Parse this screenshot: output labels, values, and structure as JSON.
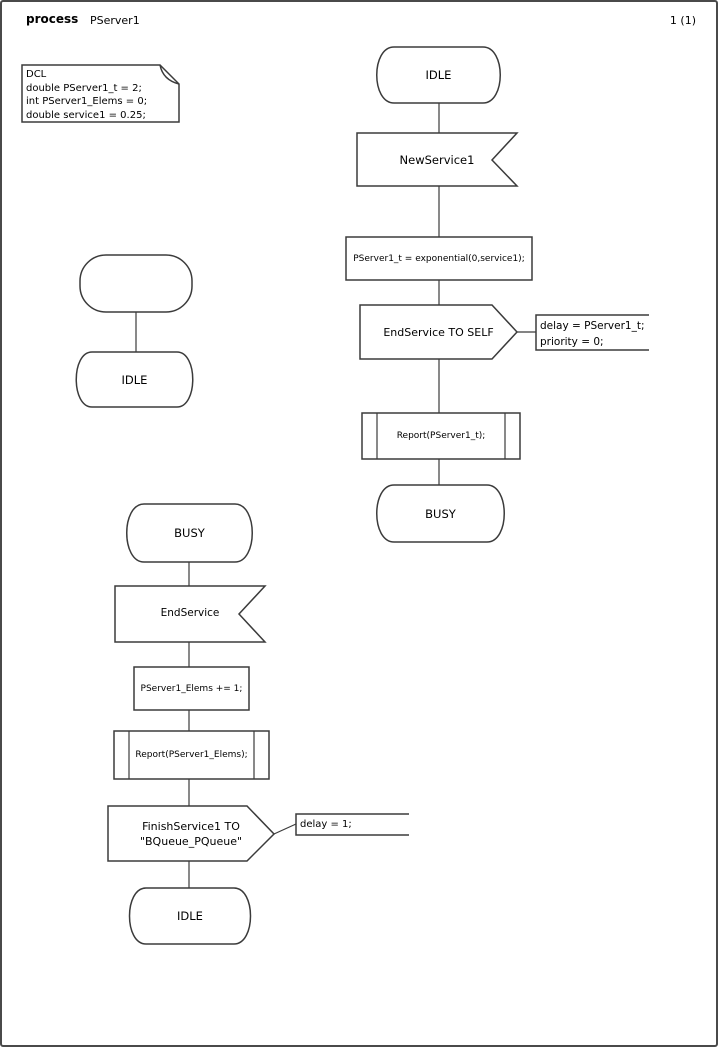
{
  "header": {
    "kind": "process",
    "name": "PServer1",
    "page": "1 (1)"
  },
  "declaration": {
    "lines": [
      "DCL",
      "double PServer1_t = 2;",
      "int PServer1_Elems = 0;",
      "double service1 = 0.25;"
    ]
  },
  "colors": {
    "stroke": "#3b3b3b",
    "background": "#ffffff",
    "text": "#000000"
  },
  "flow_right": {
    "state_top": "IDLE",
    "input_signal": "NewService1",
    "task": "PServer1_t = exponential(0,service1);",
    "output_signal": "EndService TO SELF",
    "comment_line1": "delay = PServer1_t;",
    "comment_line2": "priority = 0;",
    "procedure_call": "Report(PServer1_t);",
    "state_bottom": "BUSY"
  },
  "flow_start": {
    "state": "IDLE"
  },
  "flow_left": {
    "state_top": "BUSY",
    "input_signal": "EndService",
    "task": "PServer1_Elems += 1;",
    "procedure_call": "Report(PServer1_Elems);",
    "output_line1": "FinishService1 TO",
    "output_line2": "\"BQueue_PQueue\"",
    "comment": "delay = 1;",
    "state_bottom": "IDLE"
  }
}
